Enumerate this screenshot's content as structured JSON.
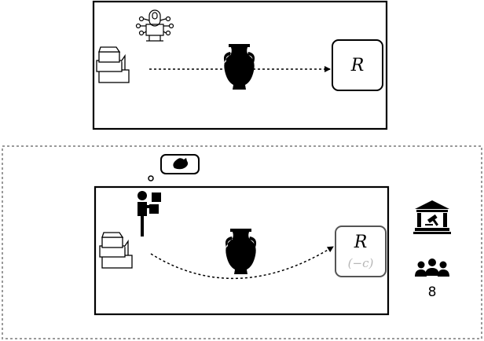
{
  "top_panel": {
    "reward_label": "R"
  },
  "bottom_panel": {
    "reward_label": "R",
    "cost_label": "(−c)",
    "group_count": "8"
  },
  "colors": {
    "ink": "#000000",
    "dashed_frame": "#9a9a9a",
    "cost_text": "#b5b5b5",
    "box_border": "#555555"
  },
  "icons": [
    "robot-arm-icon",
    "boxes-icon",
    "vase-icon",
    "person-icon",
    "thought-bubble-icon",
    "courthouse-icon",
    "people-group-icon"
  ]
}
